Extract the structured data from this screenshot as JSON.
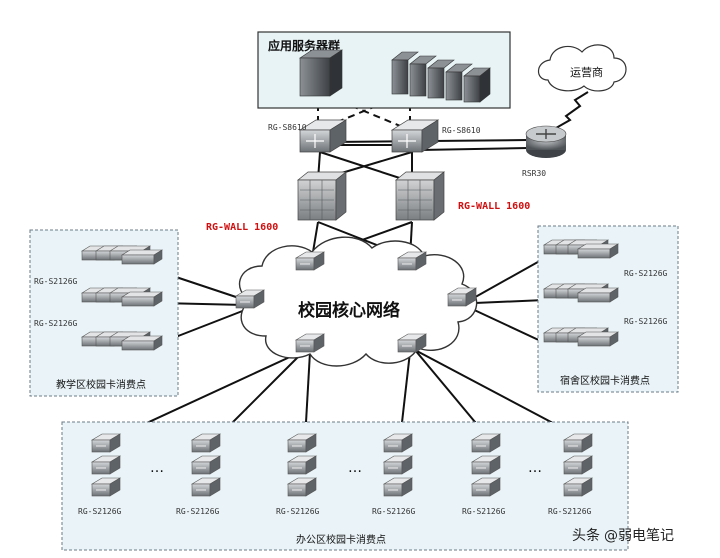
{
  "server_group": {
    "title": "应用服务器群"
  },
  "isp": {
    "label": "运营商",
    "router_label": "RSR30"
  },
  "core_switches": {
    "left_label": "RG-S8610",
    "right_label": "RG-S8610"
  },
  "firewalls": {
    "left_label": "RG-WALL 1600",
    "right_label": "RG-WALL 1600"
  },
  "core_network": {
    "label": "校园核心网络"
  },
  "teaching_zone": {
    "title": "教学区校园卡消费点",
    "labels": [
      "RG-S2126G",
      "RG-S2126G"
    ]
  },
  "dorm_zone": {
    "title": "宿舍区校园卡消费点",
    "labels": [
      "RG-S2126G",
      "RG-S2126G"
    ]
  },
  "office_zone": {
    "title": "办公区校园卡消费点",
    "stack_labels": [
      "RG-S2126G",
      "RG-S2126G",
      "RG-S2126G",
      "RG-S2126G",
      "RG-S2126G",
      "RG-S2126G"
    ],
    "ellipsis": [
      "…",
      "…",
      "…"
    ]
  },
  "watermark": {
    "prefix": "头条",
    "handle": "@弱电笔记"
  },
  "colors": {
    "device_dark": "#5a5e63",
    "device_light": "#b9bdc1",
    "zone_fill": "#eaf4f8",
    "zone_border": "#6b7b86",
    "server_box_fill": "#e7f3f5",
    "label_red": "#d01010"
  }
}
